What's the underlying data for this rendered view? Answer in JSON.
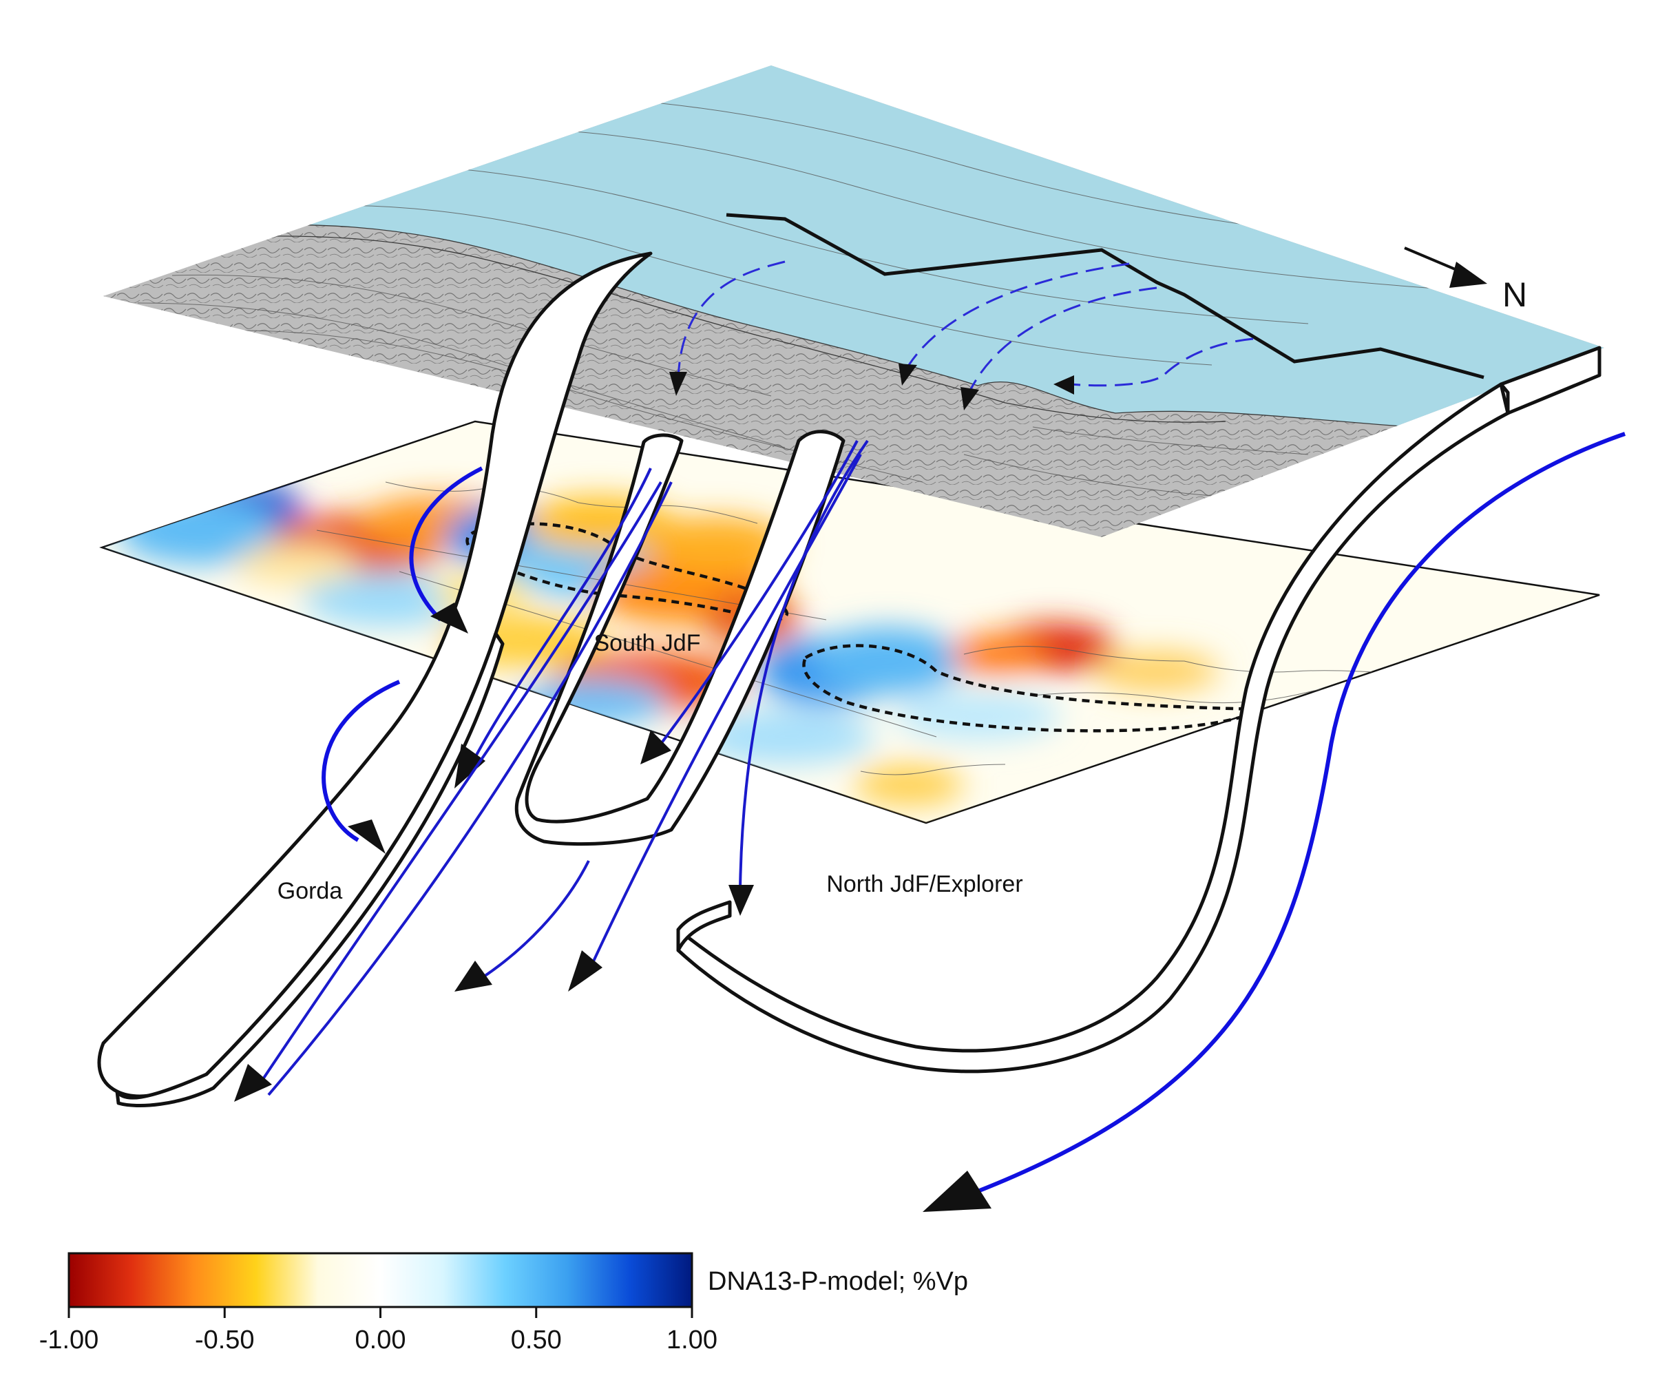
{
  "north_label": "N",
  "region_labels": {
    "gorda": "Gorda",
    "south_jdf": "South JdF",
    "north_jdf_explorer": "North JdF/Explorer"
  },
  "colorbar": {
    "title": "DNA13-P-model; %Vp",
    "ticks": [
      "-1.00",
      "-0.50",
      "0.00",
      "0.50",
      "1.00"
    ],
    "range": [
      -1.0,
      1.0
    ],
    "colors": [
      "#9b0000",
      "#e03010",
      "#ff8c1a",
      "#ffd21a",
      "#fffbe0",
      "#ffffff",
      "#d8f6ff",
      "#6cd0ff",
      "#3ba0f0",
      "#0a4cd8",
      "#001a80"
    ]
  },
  "colors": {
    "ocean": "#a9d9e6",
    "land": "#bdbdbd",
    "slab_outline": "#111111",
    "flow_arrows": "#1a1acc"
  }
}
